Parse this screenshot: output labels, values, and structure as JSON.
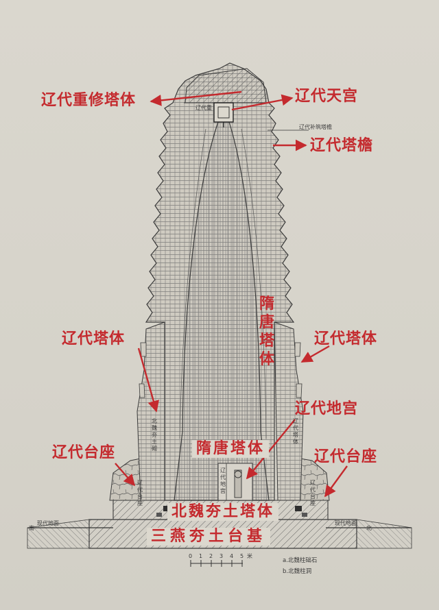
{
  "labels": {
    "liao_repaired_body": "辽代重修塔体",
    "liao_heavenly_palace": "辽代天宫",
    "liao_eaves": "辽代塔檐",
    "sui_tang_body_vertical": "隋唐塔体",
    "liao_body_left": "辽代塔体",
    "liao_body_right": "辽代塔体",
    "liao_underground_palace": "辽代地宫",
    "liao_pedestal_left": "辽代台座",
    "liao_pedestal_right": "辽代台座",
    "sui_tang_body_center": "隋唐塔体",
    "northern_wei_rammed_body": "北魏夯土塔体",
    "three_yan_rammed_base": "三燕夯土台基"
  },
  "drawing_text": {
    "liao_repair_small": "辽代重",
    "liao_eave_repair_small": "辽代补筑塔檐",
    "modern_ground_left": "现代地面",
    "modern_ground_right": "现代地面",
    "south": "南",
    "north": "北",
    "inner_left_column": "北魏夯土砌",
    "inner_right_column": "辽代塔体",
    "pedestal_left_small": "辽代台座",
    "pedestal_right_small": "辽代台座",
    "underground_small": "辽代地宫"
  },
  "scale_bar": {
    "ticks": [
      "0",
      "1",
      "2",
      "3",
      "4",
      "5"
    ],
    "unit": "米"
  },
  "notes": {
    "a": "a.北魏柱础石",
    "b": "b.北魏柱洞"
  },
  "colors": {
    "annotation": "#c42a2e",
    "linework": "#3a3a3a",
    "paper": "#d9d6cd"
  }
}
